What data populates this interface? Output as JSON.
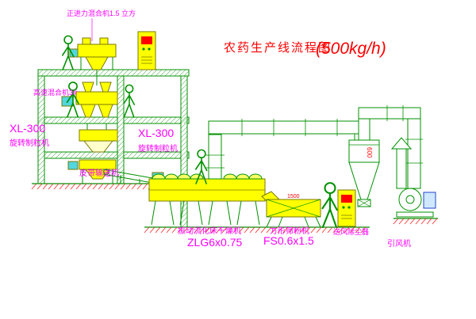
{
  "window": {
    "title_cn": "农药生产线流程图",
    "title_capacity": "(500kg/h)"
  },
  "labels": {
    "top_mixer": "正进力混合机1.5 立方",
    "high_speed_mixer": "高速混合机3#",
    "granulator_left_model": "XL-300",
    "granulator_left_name": "旋转制粒机",
    "granulator_right_model": "XL-300",
    "granulator_right_name": "旋转制粒机",
    "belt_conveyor": "皮带输送机",
    "dryer_name": "振动流化床干燥机",
    "dryer_model": "ZLG6x0.75",
    "sieve_name": "方形筛粉机",
    "sieve_model": "FS0.6x1.5",
    "dust_collector": "送风除尘器",
    "induced_fan": "引风机",
    "dim_cyclone": "600",
    "dim_sieve": "1500"
  },
  "colors": {
    "structure_green": "#009100",
    "label_magenta": "#ff00ff",
    "title_red": "#ff0000",
    "machine_yellow": "#ffff00",
    "accent_cyan": "#52d6e0",
    "hatch_red": "#ff2222"
  }
}
